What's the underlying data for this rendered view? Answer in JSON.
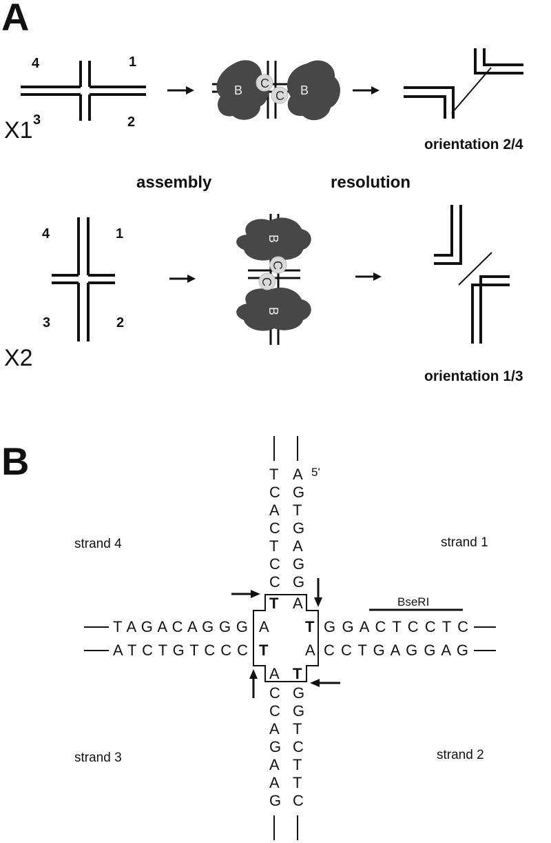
{
  "panelA": {
    "letter": "A",
    "x1": {
      "label": "X1",
      "arm_numbers": [
        "4",
        "1",
        "3",
        "2"
      ],
      "outcome": "orientation 2/4"
    },
    "x2": {
      "label": "X2",
      "arm_numbers": [
        "4",
        "1",
        "3",
        "2"
      ],
      "outcome": "orientation 1/3"
    },
    "step_assembly": "assembly",
    "step_resolution": "resolution",
    "protein_b": "B",
    "protein_c": "C"
  },
  "panelB": {
    "letter": "B",
    "strand_labels": [
      "strand 4",
      "strand 1",
      "strand 3",
      "strand 2"
    ],
    "five_prime": "5'",
    "enzyme_site": "BseRI",
    "top_left_column": [
      "T",
      "C",
      "A",
      "C",
      "T",
      "C",
      "C"
    ],
    "top_right_column": [
      "A",
      "G",
      "T",
      "G",
      "A",
      "G",
      "G"
    ],
    "top_core_left": "T",
    "top_core_right": "A",
    "row1_left": "T A G A C A G G G",
    "row1_core_left": "A",
    "row1_core_right": "T",
    "row1_right": "G G A C T C C T C",
    "row2_left": "A T C T G T C C C",
    "row2_core_left": "T",
    "row2_core_right": "A",
    "row2_right": "C C T G A G G A G",
    "bottom_core_left": "A",
    "bottom_core_right": "T",
    "bottom_left_column": [
      "C",
      "C",
      "A",
      "G",
      "A",
      "A",
      "G"
    ],
    "bottom_right_column": [
      "G",
      "G",
      "T",
      "C",
      "T",
      "T",
      "C"
    ]
  }
}
